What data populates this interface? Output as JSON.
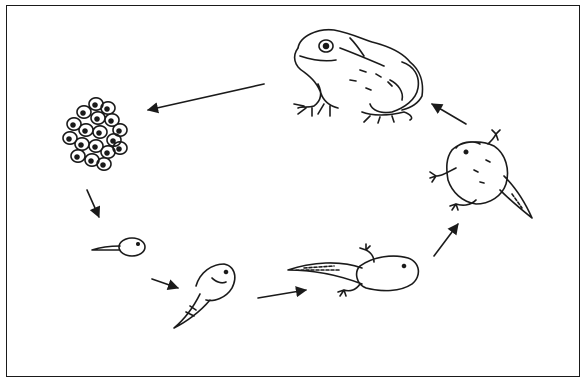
{
  "figure": {
    "subject": "frog-life-cycle",
    "stages": [
      {
        "id": "adult-frog",
        "icon": "adult-frog-icon"
      },
      {
        "id": "frogspawn",
        "icon": "frog-eggs-icon"
      },
      {
        "id": "hatchling-tadpole",
        "icon": "hatchling-icon"
      },
      {
        "id": "tadpole",
        "icon": "tadpole-icon"
      },
      {
        "id": "tadpole-with-legs",
        "icon": "tadpole-legs-icon"
      },
      {
        "id": "froglet",
        "icon": "froglet-icon"
      }
    ],
    "arrow_count": 6,
    "colors": {
      "ink": "#1a1a1a",
      "background": "#ffffff"
    }
  }
}
